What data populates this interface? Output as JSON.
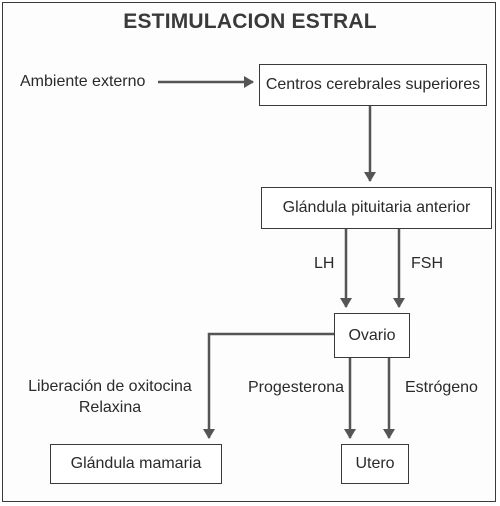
{
  "title": "ESTIMULACION ESTRAL",
  "nodes": {
    "ambiente": "Ambiente externo",
    "centros": "Centros cerebrales superiores",
    "pituitaria": "Glándula pituitaria anterior",
    "ovario": "Ovario",
    "mamaria": "Glándula mamaria",
    "utero": "Utero"
  },
  "edge_labels": {
    "lh": "LH",
    "fsh": "FSH",
    "oxitocina": "Liberación de oxitocina",
    "relaxina": "Relaxina",
    "progesterona": "Progesterona",
    "estrogeno": "Estrógeno"
  },
  "colors": {
    "line": "#555555",
    "border": "#3a3a3a"
  }
}
